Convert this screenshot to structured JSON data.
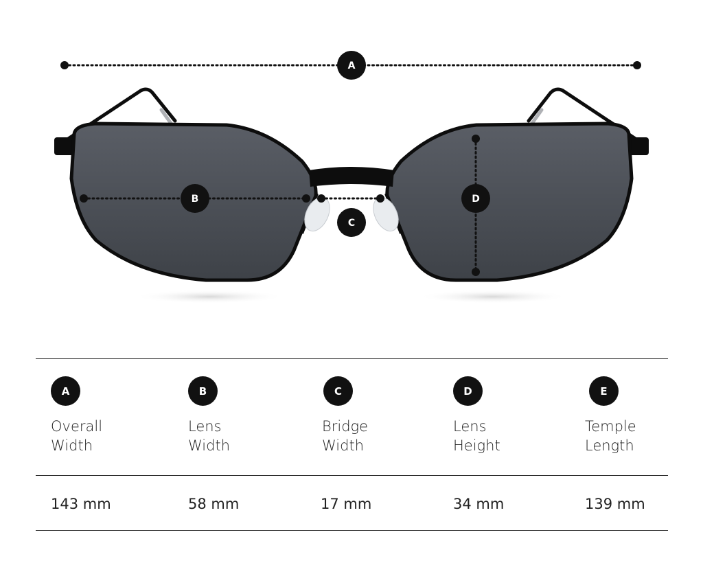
{
  "diagram": {
    "markers": [
      {
        "id": "A",
        "label": "A"
      },
      {
        "id": "B",
        "label": "B"
      },
      {
        "id": "C",
        "label": "C"
      },
      {
        "id": "D",
        "label": "D"
      }
    ]
  },
  "specs": [
    {
      "badge": "A",
      "name_line1": "Overall",
      "name_line2": "Width",
      "value": "143 mm"
    },
    {
      "badge": "B",
      "name_line1": "Lens",
      "name_line2": "Width",
      "value": "58 mm"
    },
    {
      "badge": "C",
      "name_line1": "Bridge",
      "name_line2": "Width",
      "value": "17 mm"
    },
    {
      "badge": "D",
      "name_line1": "Lens",
      "name_line2": "Height",
      "value": "34 mm"
    },
    {
      "badge": "E",
      "name_line1": "Temple",
      "name_line2": "Length",
      "value": "139 mm"
    }
  ],
  "colors": {
    "frame": "#0d0d0d",
    "lens": "#4c5057",
    "badge": "#111111",
    "badge_text": "#ffffff",
    "rule": "#2a2a2a"
  }
}
